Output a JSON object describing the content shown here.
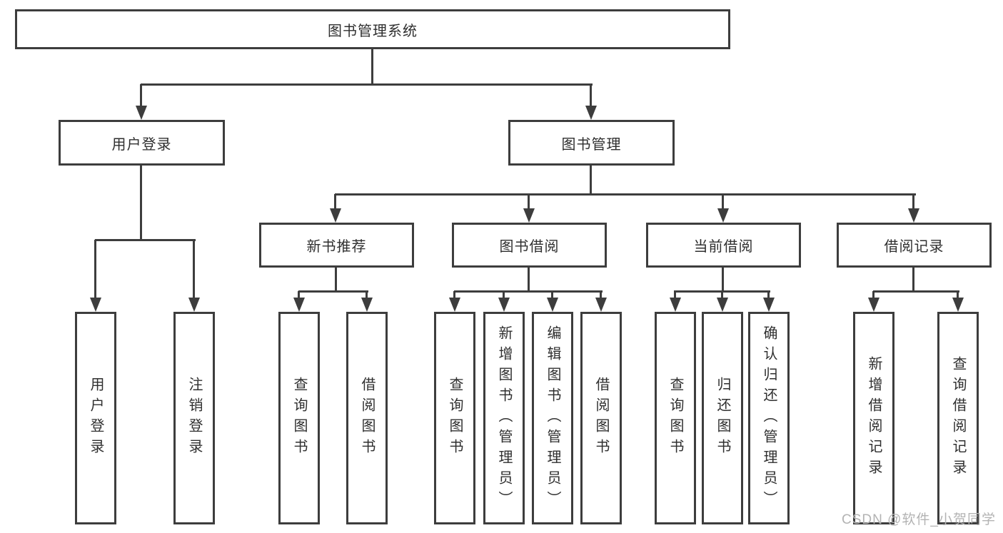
{
  "root": {
    "label": "图书管理系统",
    "children": [
      {
        "label": "用户登录",
        "children": [
          {
            "label": "用户登录"
          },
          {
            "label": "注销登录"
          }
        ]
      },
      {
        "label": "图书管理",
        "children": [
          {
            "label": "新书推荐",
            "children": [
              {
                "label": "查询图书"
              },
              {
                "label": "借阅图书"
              }
            ]
          },
          {
            "label": "图书借阅",
            "children": [
              {
                "label": "查询图书"
              },
              {
                "label": "新增图书（管理员）"
              },
              {
                "label": "编辑图书（管理员）"
              },
              {
                "label": "借阅图书"
              }
            ]
          },
          {
            "label": "当前借阅",
            "children": [
              {
                "label": "查询图书"
              },
              {
                "label": "归还图书"
              },
              {
                "label": "确认归还（管理员）"
              }
            ]
          },
          {
            "label": "借阅记录",
            "children": [
              {
                "label": "新增借阅记录"
              },
              {
                "label": "查询借阅记录"
              }
            ]
          }
        ]
      }
    ]
  },
  "watermark": "CSDN @软件_小贺同学",
  "colors": {
    "line": "#3d3d3d",
    "text": "#2f2f2f",
    "watermark": "#b3b3b3",
    "background": "#ffffff"
  }
}
